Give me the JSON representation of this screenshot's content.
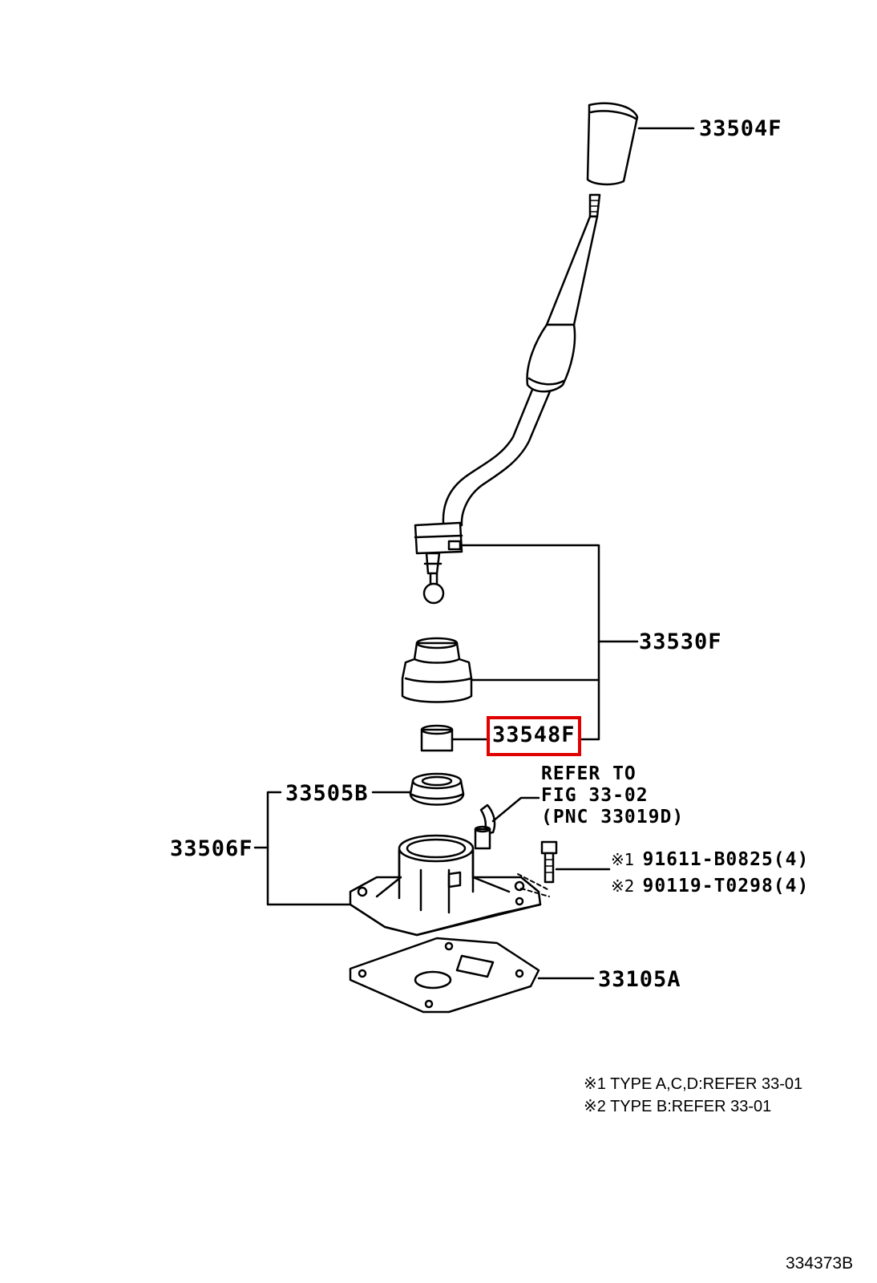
{
  "parts": {
    "knob": "33504F",
    "lever_assy": "33530F",
    "bushing": "33548F",
    "boot_seal": "33505B",
    "retainer": "33506F",
    "gasket": "33105A"
  },
  "refer_note": {
    "line1": "REFER TO",
    "line2": "FIG 33-02",
    "line3": "(PNC 33019D)"
  },
  "bolts": [
    {
      "marker": "※1",
      "part": "91611-B0825(4)"
    },
    {
      "marker": "※2",
      "part": "90119-T0298(4)"
    }
  ],
  "footnotes": [
    "※1 TYPE A,C,D:REFER 33-01",
    "※2 TYPE B:REFER 33-01"
  ],
  "figure_id": "334373B",
  "colors": {
    "line": "#000000",
    "highlight": "#e00000"
  }
}
